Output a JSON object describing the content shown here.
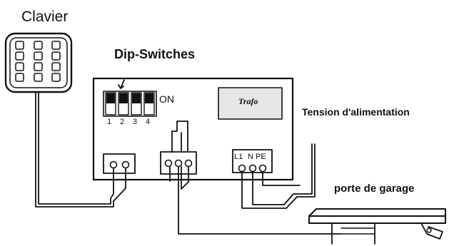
{
  "labels": {
    "keypad": "Clavier",
    "dip_switches": "Dip-Switches",
    "on": "ON",
    "transformer": "Trafo",
    "supply": "Tension d'alimentation",
    "garage_door": "porte de garage"
  },
  "dip_numbers": [
    "1",
    "2",
    "3",
    "4"
  ],
  "terminals": [
    "L1",
    "N",
    "PE"
  ],
  "colors": {
    "ink": "#111111",
    "transformer_fill": "#e6e6e6",
    "background": "#ffffff"
  }
}
